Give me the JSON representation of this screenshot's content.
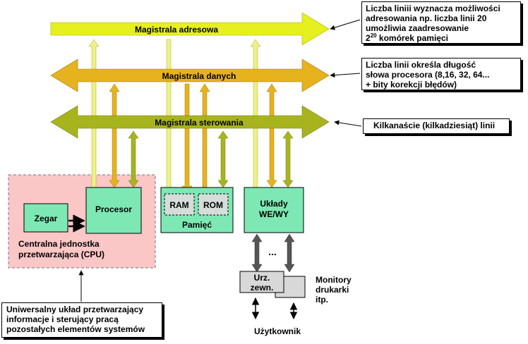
{
  "buses": {
    "address": "Magistrala adresowa",
    "data": "Magistrala danych",
    "control": "Magistrala sterowania"
  },
  "notes": {
    "address_line1": "Liczba liniii wyznacza możliwości",
    "address_line2": "adresowania np. liczba linii 20",
    "address_line3": "umożliwia zaadresowanie",
    "address_line4_base": "2",
    "address_line4_exp": "20",
    "address_line4_rest": " komórek pamięci",
    "data_line1": "Liczba linii określa długość",
    "data_line2": "słowa procesora (8,16, 32, 64...",
    "data_line3": "+ bity korekcji błędów)",
    "control": "Kilkanaście (kilkadziesiąt) linii",
    "universal_line1": "Uniwersalny układ przetwarzający",
    "universal_line2": "informacje i sterujący pracą",
    "universal_line3": "pozostałych elementów systemów"
  },
  "blocks": {
    "cpu_line1": "Centralna jednostka",
    "cpu_line2": "przetwarzająca (CPU)",
    "clock": "Zegar",
    "processor": "Procesor",
    "ram": "RAM",
    "rom": "ROM",
    "memory": "Pamięć",
    "io_line1": "Układy",
    "io_line2": "WE/WY",
    "ellipsis": "...",
    "device_line1": "Urz.",
    "device_line2": "zewn.",
    "monitors_line1": "Monitory",
    "monitors_line2": "drukarki",
    "monitors_line3": "itp.",
    "user": "Użytkownik"
  },
  "colors": {
    "address_bus": "#e6f01e",
    "data_bus": "#e6b21e",
    "control_bus": "#a8b41e",
    "light_arrow": "#eef08a",
    "cpu_fill": "#fbc6c6",
    "module_fill": "#7de8b4",
    "chip_fill": "#d6dcd9",
    "device_fill": "#d8d8d8",
    "io_arrow": "#555555"
  }
}
